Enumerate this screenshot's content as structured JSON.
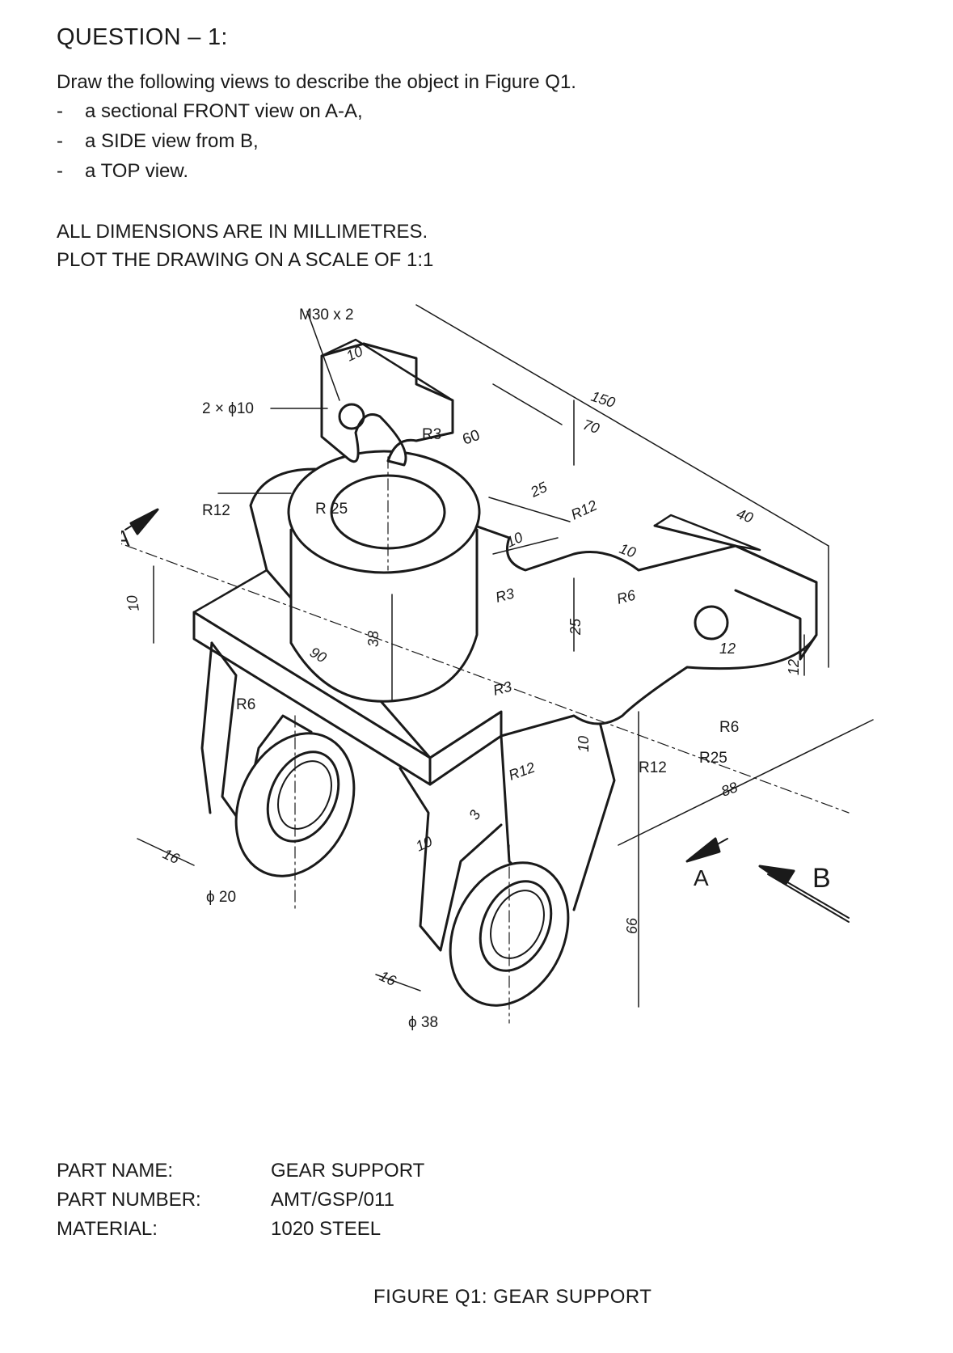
{
  "question": {
    "heading": "QUESTION – 1:",
    "intro": "Draw the following views to describe the object in Figure Q1.",
    "bullets": [
      {
        "dash": "-",
        "text": "a sectional FRONT view on A-A,"
      },
      {
        "dash": "-",
        "text": "a SIDE view from B,"
      },
      {
        "dash": "-",
        "text": "a TOP view."
      }
    ],
    "notes": [
      "ALL DIMENSIONS ARE IN MILLIMETRES.",
      "PLOT THE DRAWING ON A SCALE OF 1:1"
    ]
  },
  "figure": {
    "dimensions": {
      "thread": "M30 x 2",
      "holes": "2 × ϕ10",
      "top_10": "10",
      "r3_top": "R3",
      "d60": "60",
      "d150": "150",
      "d70": "70",
      "d25_top": "25",
      "r12_mid": "R12",
      "d10_mid": "10",
      "r12_left": "R12",
      "r25": "R 25",
      "d40": "40",
      "d10_right": "10",
      "r3_a": "R3",
      "r6_right": "R6",
      "d25_vert": "25",
      "d10_left": "10",
      "d12_hole": "12",
      "d12_right": "12",
      "d90": "90",
      "d38": "38",
      "r3_b": "R3",
      "r6_left": "R6",
      "r6_lower": "R6",
      "r25_lower": "R25",
      "r12_lower": "R12",
      "r12_center": "R12",
      "d10_center": "10",
      "d88": "88",
      "d3": "3",
      "d10_foot": "10",
      "d16_left": "16",
      "dia20": "ϕ 20",
      "d66": "66",
      "d16_bottom": "16",
      "dia38": "ϕ 38"
    },
    "section_labels": {
      "a_left": "A",
      "a_right": "A",
      "b": "B"
    }
  },
  "part": {
    "rows": [
      {
        "label": "PART NAME:",
        "value": "GEAR SUPPORT"
      },
      {
        "label": "PART NUMBER:",
        "value": "AMT/GSP/011"
      },
      {
        "label": "MATERIAL:",
        "value": "1020 STEEL"
      }
    ]
  },
  "caption": "FIGURE Q1: GEAR SUPPORT"
}
